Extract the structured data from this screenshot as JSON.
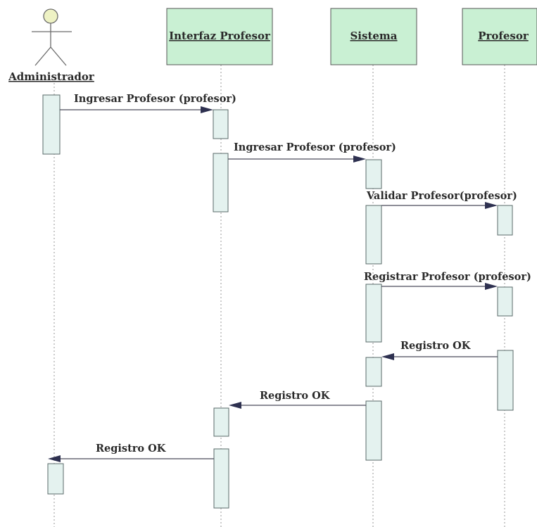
{
  "diagram": {
    "type": "sequence",
    "participants": {
      "admin": {
        "label": "Administrador",
        "kind": "actor"
      },
      "interfaz": {
        "label": "Interfaz Profesor",
        "kind": "object"
      },
      "sistema": {
        "label": "Sistema",
        "kind": "object"
      },
      "profesor": {
        "label": "Profesor",
        "kind": "object"
      }
    },
    "messages": [
      {
        "from": "admin",
        "to": "interfaz",
        "label": "Ingresar Profesor (profesor)"
      },
      {
        "from": "interfaz",
        "to": "sistema",
        "label": "Ingresar Profesor (profesor)"
      },
      {
        "from": "sistema",
        "to": "profesor",
        "label": "Validar Profesor(profesor)"
      },
      {
        "from": "sistema",
        "to": "profesor",
        "label": "Registrar Profesor (profesor)"
      },
      {
        "from": "profesor",
        "to": "sistema",
        "label": "Registro OK"
      },
      {
        "from": "sistema",
        "to": "interfaz",
        "label": "Registro OK"
      },
      {
        "from": "interfaz",
        "to": "admin",
        "label": "Registro OK"
      }
    ],
    "colors": {
      "object_fill": "#c9f0d3",
      "activation_fill": "#e4f2ef",
      "actor_head_fill": "#eef2c4"
    }
  }
}
